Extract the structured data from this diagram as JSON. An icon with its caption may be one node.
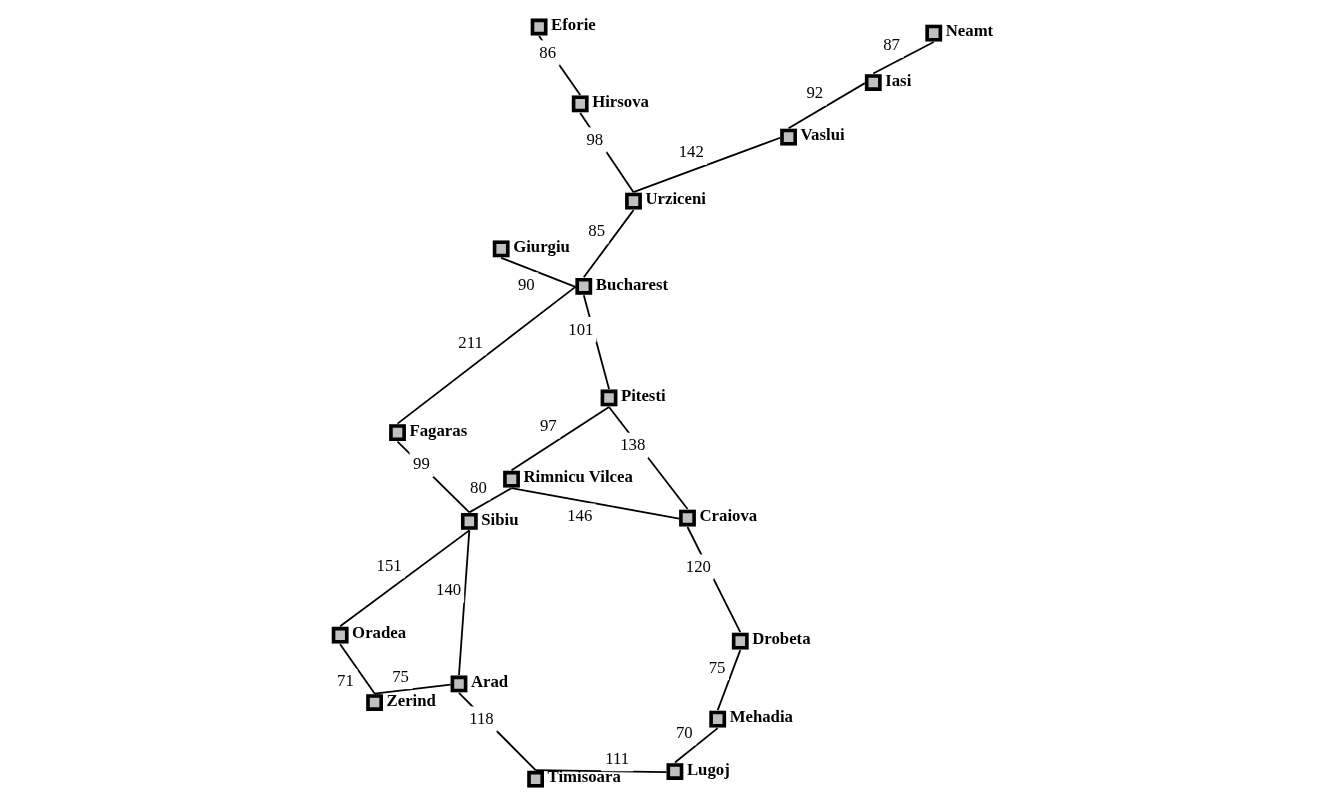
{
  "diagram": {
    "nodes": [
      {
        "text": [
          "Oradea"
        ]
      },
      {
        "text": [
          "Neamt"
        ]
      },
      {
        "text": [
          "Zerind"
        ]
      },
      {
        "text": [
          "Iasi"
        ]
      },
      {
        "text": [
          "Arad"
        ]
      },
      {
        "text": [
          "Sibiu"
        ]
      },
      {
        "text": [
          "Fagaras"
        ]
      },
      {
        "text": [
          "Vaslui"
        ]
      },
      {
        "text": [
          "Timisoara"
        ]
      },
      {
        "text": [
          "Rimnicu Vilcea"
        ]
      },
      {
        "text": [
          "Lugoj"
        ]
      },
      {
        "text": [
          "Pitesti"
        ]
      },
      {
        "text": [
          "Urziceni"
        ]
      },
      {
        "text": [
          "Hirsova"
        ]
      },
      {
        "text": [
          "Mehadia"
        ]
      },
      {
        "text": [
          "Bucharest"
        ]
      },
      {
        "text": [
          "Drobeta"
        ]
      },
      {
        "text": [
          "Eforie"
        ]
      },
      {
        "text": [
          "Craiova"
        ]
      },
      {
        "text": [
          "Giurgiu"
        ]
      }
    ],
    "edges": [
      {
        "from": 0,
        "to": 2,
        "arrow": "none",
        "label": "71"
      },
      {
        "from": 2,
        "to": 4,
        "arrow": "none",
        "label": "75"
      },
      {
        "from": 0,
        "to": 5,
        "arrow": "none",
        "label": "151"
      },
      {
        "from": 4,
        "to": 5,
        "arrow": "none",
        "label": "140"
      },
      {
        "from": 4,
        "to": 8,
        "arrow": "none",
        "label": "118"
      },
      {
        "from": 5,
        "to": 6,
        "arrow": "none",
        "label": "99"
      },
      {
        "from": 5,
        "to": 9,
        "arrow": "none",
        "label": "80"
      },
      {
        "from": 8,
        "to": 10,
        "arrow": "none",
        "label": "111"
      },
      {
        "from": 10,
        "to": 14,
        "arrow": "none",
        "label": "70"
      },
      {
        "from": 14,
        "to": 16,
        "arrow": "none",
        "label": "75"
      },
      {
        "from": 16,
        "to": 18,
        "arrow": "none",
        "label": "120"
      },
      {
        "from": 9,
        "to": 11,
        "arrow": "none",
        "label": "97"
      },
      {
        "from": 9,
        "to": 18,
        "arrow": "none",
        "label": "146"
      },
      {
        "from": 18,
        "to": 11,
        "arrow": "none",
        "label": "138"
      },
      {
        "from": 11,
        "to": 15,
        "arrow": "none",
        "label": "101"
      },
      {
        "from": 6,
        "to": 15,
        "arrow": "none",
        "label": "211"
      },
      {
        "from": 15,
        "to": 12,
        "arrow": "none",
        "label": "85"
      },
      {
        "from": 15,
        "to": 19,
        "arrow": "none",
        "label": "90"
      },
      {
        "from": 12,
        "to": 7,
        "arrow": "none",
        "label": "142"
      },
      {
        "from": 12,
        "to": 13,
        "arrow": "none",
        "label": "98"
      },
      {
        "from": 13,
        "to": 17,
        "arrow": "none",
        "label": "86"
      },
      {
        "from": 7,
        "to": 3,
        "arrow": "none",
        "label": "92"
      },
      {
        "from": 3,
        "to": 1,
        "arrow": "none",
        "label": "87"
      }
    ]
  }
}
